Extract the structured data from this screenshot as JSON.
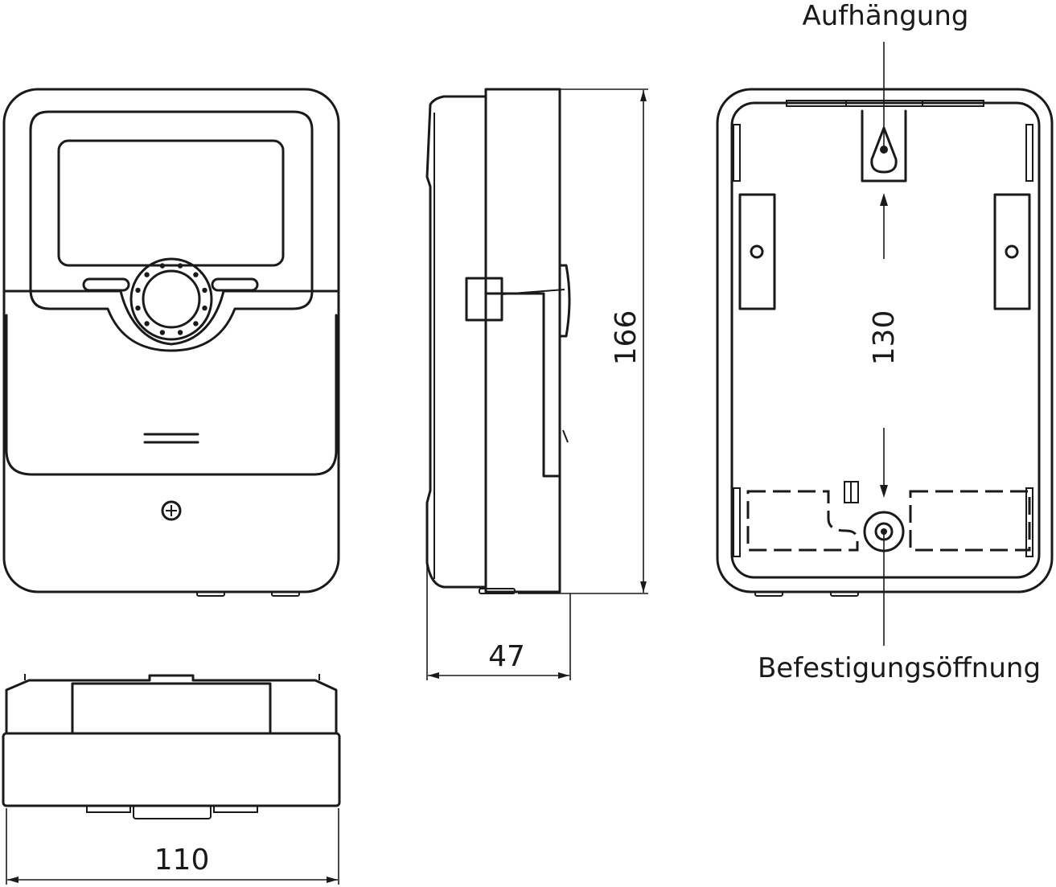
{
  "labels": {
    "hanging": "Aufhängung",
    "fixing": "Befestigungsöffnung"
  },
  "dimensions": {
    "height": "166",
    "depth": "47",
    "width": "110",
    "hole_distance": "130"
  },
  "colors": {
    "line": "#1a1a1a",
    "background": "#ffffff"
  }
}
